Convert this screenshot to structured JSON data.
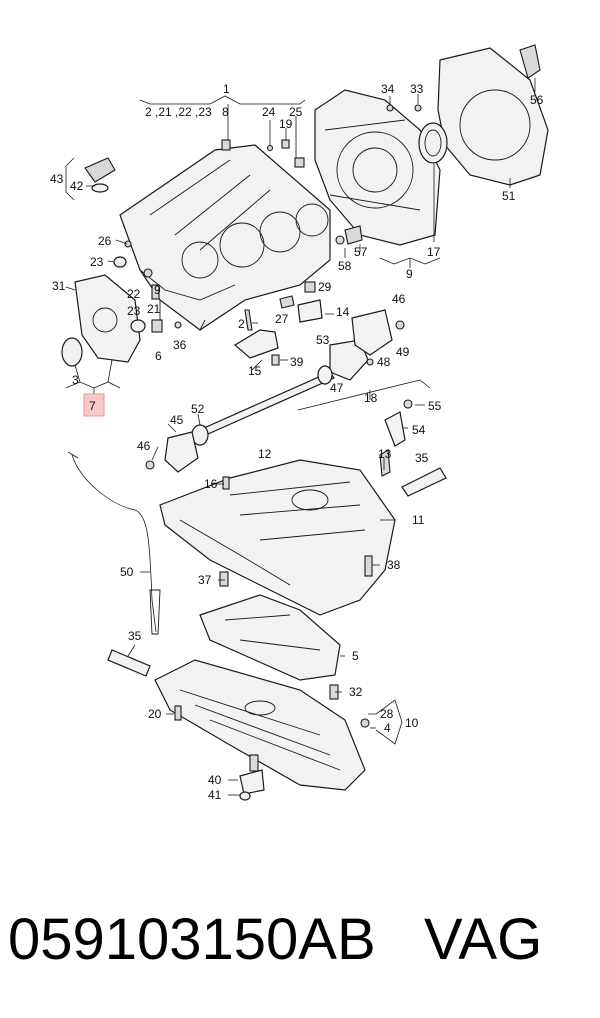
{
  "diagram": {
    "callouts": [
      {
        "id": "c1",
        "text": "1"
      },
      {
        "id": "c2",
        "text": "2 ,21 ,22 ,23"
      },
      {
        "id": "c8",
        "text": "8"
      },
      {
        "id": "c24",
        "text": "24"
      },
      {
        "id": "c19",
        "text": "19"
      },
      {
        "id": "c25",
        "text": "25"
      },
      {
        "id": "c34",
        "text": "34"
      },
      {
        "id": "c33",
        "text": "33"
      },
      {
        "id": "c56",
        "text": "56"
      },
      {
        "id": "c51",
        "text": "51"
      },
      {
        "id": "c43",
        "text": "43"
      },
      {
        "id": "c42",
        "text": "42"
      },
      {
        "id": "c26",
        "text": "26"
      },
      {
        "id": "c23a",
        "text": "23"
      },
      {
        "id": "c31",
        "text": "31"
      },
      {
        "id": "c22",
        "text": "22"
      },
      {
        "id": "c9a",
        "text": "9"
      },
      {
        "id": "c21",
        "text": "21"
      },
      {
        "id": "c23b",
        "text": "23"
      },
      {
        "id": "c2b",
        "text": "2"
      },
      {
        "id": "c6",
        "text": "6"
      },
      {
        "id": "c36",
        "text": "36"
      },
      {
        "id": "c3",
        "text": "3"
      },
      {
        "id": "c7",
        "text": "7"
      },
      {
        "id": "c58",
        "text": "58"
      },
      {
        "id": "c57",
        "text": "57"
      },
      {
        "id": "c17",
        "text": "17"
      },
      {
        "id": "c9b",
        "text": "9"
      },
      {
        "id": "c29",
        "text": "29"
      },
      {
        "id": "c27",
        "text": "27"
      },
      {
        "id": "c14",
        "text": "14"
      },
      {
        "id": "c46a",
        "text": "46"
      },
      {
        "id": "c39",
        "text": "39"
      },
      {
        "id": "c15",
        "text": "15"
      },
      {
        "id": "c53",
        "text": "53"
      },
      {
        "id": "c49",
        "text": "49"
      },
      {
        "id": "c48",
        "text": "48"
      },
      {
        "id": "c47",
        "text": "47"
      },
      {
        "id": "c18",
        "text": "18"
      },
      {
        "id": "c55",
        "text": "55"
      },
      {
        "id": "c54",
        "text": "54"
      },
      {
        "id": "c45",
        "text": "45"
      },
      {
        "id": "c52",
        "text": "52"
      },
      {
        "id": "c46b",
        "text": "46"
      },
      {
        "id": "c12",
        "text": "12"
      },
      {
        "id": "c13",
        "text": "13"
      },
      {
        "id": "c35a",
        "text": "35"
      },
      {
        "id": "c16",
        "text": "16"
      },
      {
        "id": "c11",
        "text": "11"
      },
      {
        "id": "c38",
        "text": "38"
      },
      {
        "id": "c37",
        "text": "37"
      },
      {
        "id": "c50",
        "text": "50"
      },
      {
        "id": "c35b",
        "text": "35"
      },
      {
        "id": "c5",
        "text": "5"
      },
      {
        "id": "c32",
        "text": "32"
      },
      {
        "id": "c28",
        "text": "28"
      },
      {
        "id": "c10",
        "text": "10"
      },
      {
        "id": "c4",
        "text": "4"
      },
      {
        "id": "c20",
        "text": "20"
      },
      {
        "id": "c40",
        "text": "40"
      },
      {
        "id": "c41",
        "text": "41"
      }
    ]
  },
  "caption": {
    "part_number": "059103150AB",
    "brand": "VAG"
  }
}
